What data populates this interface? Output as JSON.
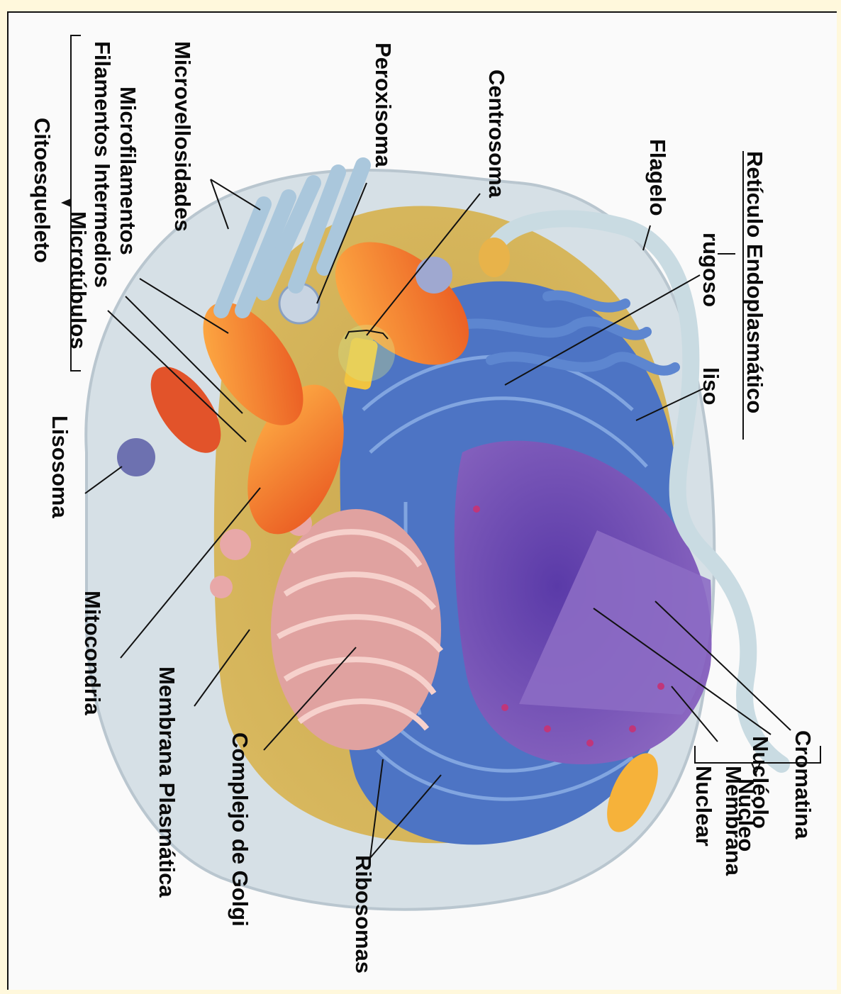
{
  "labels": {
    "reticulo": "Retículo Endoplasmático",
    "rugoso": "rugoso",
    "liso": "liso",
    "flagelo": "Flagelo",
    "centrosoma": "Centrosoma",
    "peroxisoma": "Peroxisoma",
    "microvellosidades": "Microvellosidades",
    "microfilamentos": "Microfilamentos",
    "filamentos_intermedios": "Filamentos Intermedios",
    "microtubulos": "Microtúbulos",
    "citoesqueleto": "Citoesqueleto",
    "lisosoma": "Lisosoma",
    "mitocondria": "Mitocondria",
    "membrana_plasmatica": "Membrana Plasmática",
    "complejo_golgi": "Complejo de Golgi",
    "ribosomas": "Ribosomas",
    "nucleo": "Núcleo",
    "cromatina": "Cromatina",
    "nucleolo": "Nucléolo",
    "membrana": "Membrana",
    "nuclear": "Nuclear"
  },
  "colors": {
    "page_border": "#fff8dc",
    "canvas": "#fafafa",
    "cell_outer": "#d8e2e8",
    "cytoplasm": "#d4ad4e",
    "er": "#4d74c4",
    "nucleus": "#7c52b6",
    "mitochondria": "#f07e2c",
    "golgi": "#d98b8b",
    "flagellum": "#c9dbe2"
  }
}
